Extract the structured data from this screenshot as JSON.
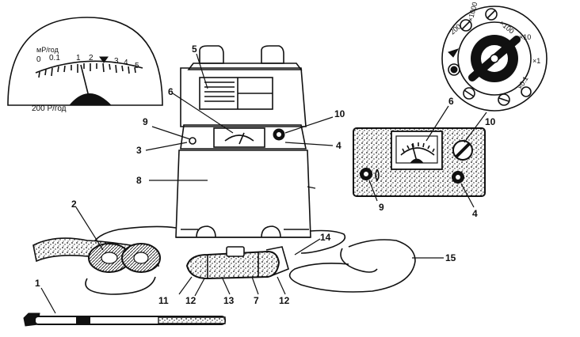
{
  "meter_inset": {
    "scale_labels": [
      "0",
      "0.1",
      "1",
      "2",
      "3",
      "4",
      "5"
    ],
    "unit_top": "мР/год",
    "unit_bottom": "200 Р/год"
  },
  "range_dial": {
    "labels": [
      "200",
      "×1000",
      "×100",
      "×10",
      "×1",
      "×0.1"
    ]
  },
  "callouts": {
    "c1": "1",
    "c2": "2",
    "c3": "3",
    "c4_main": "4",
    "c4_panel": "4",
    "c5": "5",
    "c6_main": "6",
    "c6_panel": "6",
    "c7": "7",
    "c8": "8",
    "c9_main": "9",
    "c9_panel": "9",
    "c10_main": "10",
    "c10_panel": "10",
    "c11": "11",
    "c12_left": "12",
    "c12_right": "12",
    "c13": "13",
    "c14": "14",
    "c15": "15"
  }
}
